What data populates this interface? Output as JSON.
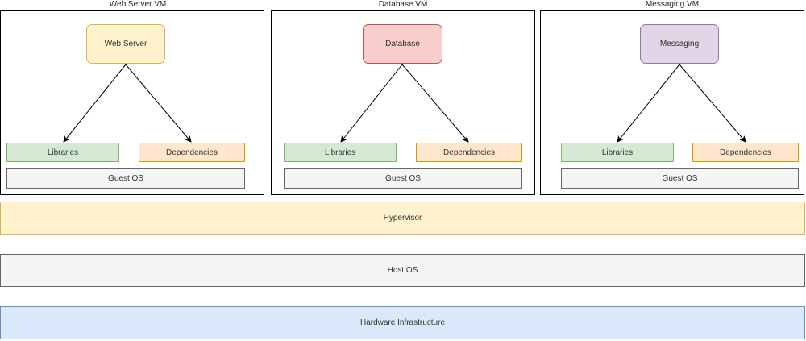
{
  "vms": [
    {
      "title": "Web Server VM",
      "app": {
        "label": "Web Server",
        "fill": "#fff2cc",
        "stroke": "#d6b656"
      },
      "libraries": "Libraries",
      "dependencies": "Dependencies",
      "guest_os": "Guest OS"
    },
    {
      "title": "Database VM",
      "app": {
        "label": "Database",
        "fill": "#f8cecc",
        "stroke": "#b85450"
      },
      "libraries": "Libraries",
      "dependencies": "Dependencies",
      "guest_os": "Guest OS"
    },
    {
      "title": "Messaging VM",
      "app": {
        "label": "Messaging",
        "fill": "#e1d5e7",
        "stroke": "#9673a6"
      },
      "libraries": "Libraries",
      "dependencies": "Dependencies",
      "guest_os": "Guest OS"
    }
  ],
  "layers": {
    "hypervisor": {
      "label": "Hypervisor",
      "fill": "#fff2cc",
      "stroke": "#d6b656"
    },
    "host_os": {
      "label": "Host OS",
      "fill": "#f5f5f5",
      "stroke": "#666666"
    },
    "hardware": {
      "label": "Hardware Infrastructure",
      "fill": "#dae8fc",
      "stroke": "#6c8ebf"
    }
  },
  "colors": {
    "libraries_fill": "#d5e8d4",
    "libraries_stroke": "#82b366",
    "dependencies_fill": "#ffe6cc",
    "dependencies_stroke": "#d79b00",
    "guest_os_fill": "#f5f5f5",
    "guest_os_stroke": "#666666"
  }
}
